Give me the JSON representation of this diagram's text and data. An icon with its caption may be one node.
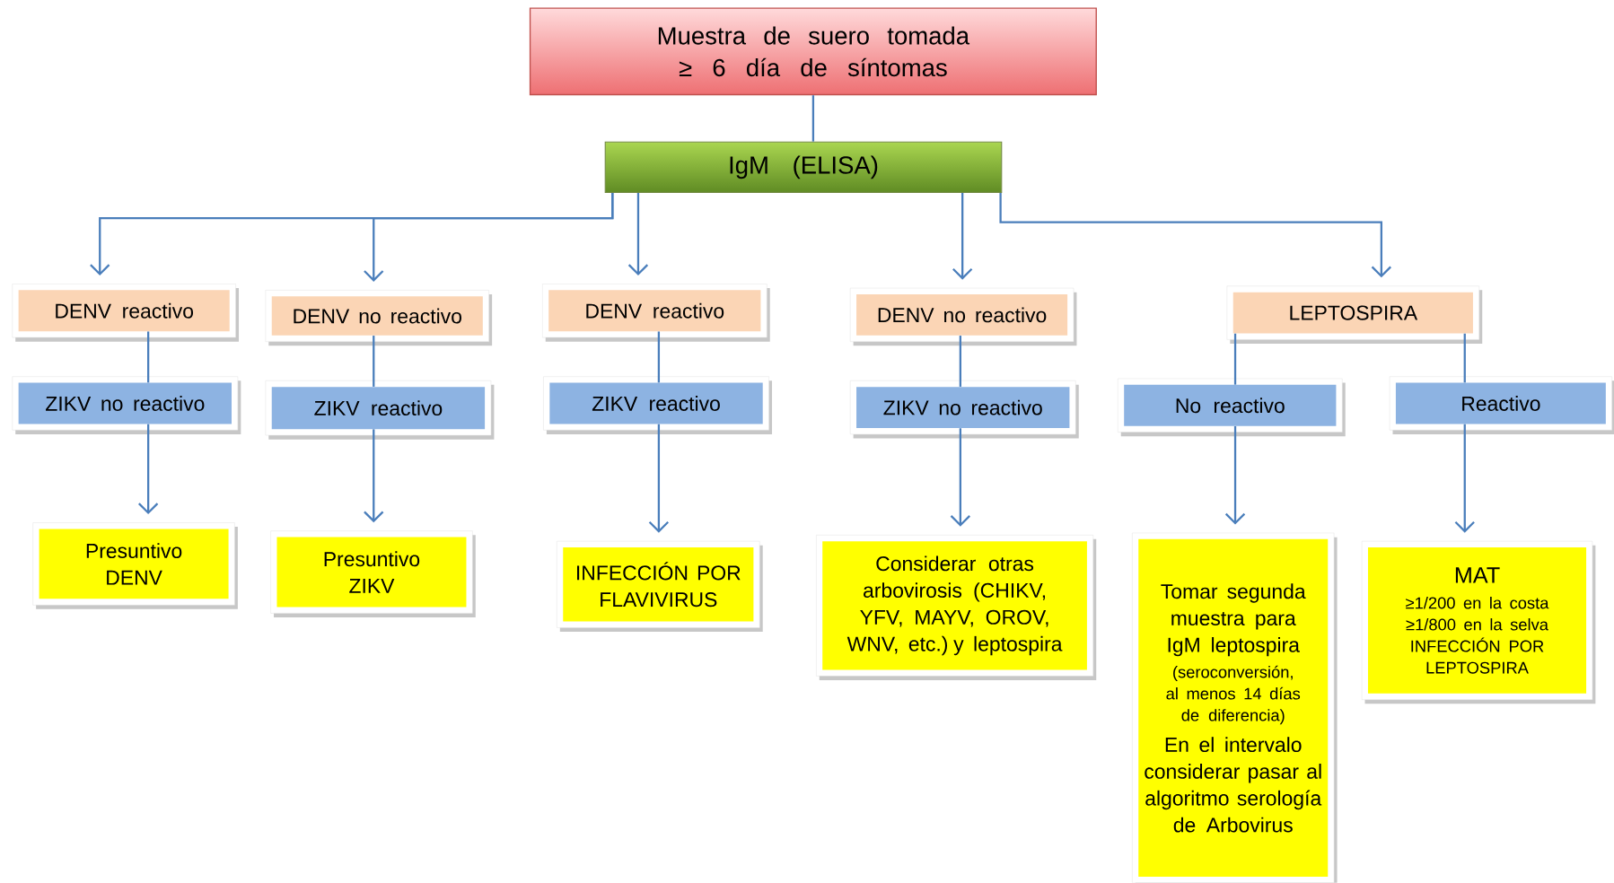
{
  "diagram": {
    "nodes": [
      {
        "text": [
          "Muestra de suero tomada ≥ 6 día de síntomas"
        ]
      },
      {
        "text": [
          "IgM (ELISA)"
        ]
      },
      {
        "text": [
          "DENV reactivo"
        ]
      },
      {
        "text": [
          "DENV no reactivo"
        ]
      },
      {
        "text": [
          "DENV reactivo"
        ]
      },
      {
        "text": [
          "DENV no reactivo"
        ]
      },
      {
        "text": [
          "LEPTOSPIRA"
        ]
      },
      {
        "text": [
          "ZIKV no reactivo"
        ]
      },
      {
        "text": [
          "ZIKV reactivo"
        ]
      },
      {
        "text": [
          "ZIKV reactivo"
        ]
      },
      {
        "text": [
          "ZIKV no reactivo"
        ]
      },
      {
        "text": [
          "No reactivo"
        ]
      },
      {
        "text": [
          "Reactivo"
        ]
      },
      {
        "text": [
          "Presuntivo DENV"
        ]
      },
      {
        "text": [
          "Presuntivo ZIKV"
        ]
      },
      {
        "text": [
          "INFECCIÓN POR FLAVIVIRUS"
        ]
      },
      {
        "text": [
          "Considerar otras arbovirosis (CHIKV, YFV, MAYV, OROV, WNV, etc.) y leptospira"
        ]
      },
      {
        "text": [
          "Tomar segunda muestra para IgM leptospira",
          "(seroconversión, al menos 14 días de diferencia)",
          "En el intervalo considerar pasar al algoritmo serología de Arbovirus"
        ]
      },
      {
        "text": [
          "MAT",
          "≥1/200 en la costa ≥1/800 en la selva INFECCIÓN POR LEPTOSPIRA"
        ]
      }
    ],
    "edges": [
      {
        "from": 0,
        "to": 1,
        "arrow": "none"
      },
      {
        "from": 1,
        "to": 2,
        "arrow": "to"
      },
      {
        "from": 1,
        "to": 3,
        "arrow": "to"
      },
      {
        "from": 1,
        "to": 4,
        "arrow": "to"
      },
      {
        "from": 1,
        "to": 5,
        "arrow": "to"
      },
      {
        "from": 1,
        "to": 6,
        "arrow": "to"
      },
      {
        "from": 2,
        "to": 7,
        "arrow": "none"
      },
      {
        "from": 3,
        "to": 8,
        "arrow": "none"
      },
      {
        "from": 4,
        "to": 9,
        "arrow": "none"
      },
      {
        "from": 5,
        "to": 10,
        "arrow": "none"
      },
      {
        "from": 6,
        "to": 11,
        "arrow": "none"
      },
      {
        "from": 6,
        "to": 12,
        "arrow": "none"
      },
      {
        "from": 7,
        "to": 13,
        "arrow": "to"
      },
      {
        "from": 8,
        "to": 14,
        "arrow": "to"
      },
      {
        "from": 9,
        "to": 15,
        "arrow": "to"
      },
      {
        "from": 10,
        "to": 16,
        "arrow": "to"
      },
      {
        "from": 11,
        "to": 17,
        "arrow": "to"
      },
      {
        "from": 12,
        "to": 18,
        "arrow": "to"
      }
    ]
  }
}
